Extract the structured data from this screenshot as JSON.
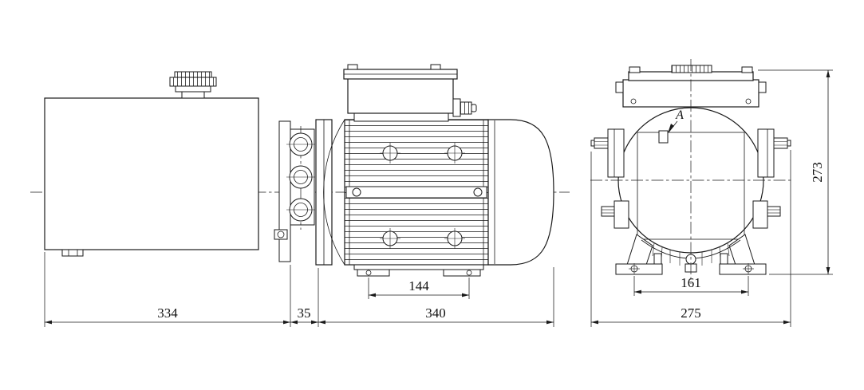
{
  "drawing": {
    "views": {
      "side": {
        "dim_tank_length": "334",
        "dim_adapter_width": "35",
        "dim_motor_length": "340",
        "dim_foot_spacing": "144"
      },
      "front": {
        "dim_foot_spacing": "161",
        "dim_overall_width": "275",
        "dim_overall_height": "273",
        "detail_label": "A"
      }
    }
  }
}
